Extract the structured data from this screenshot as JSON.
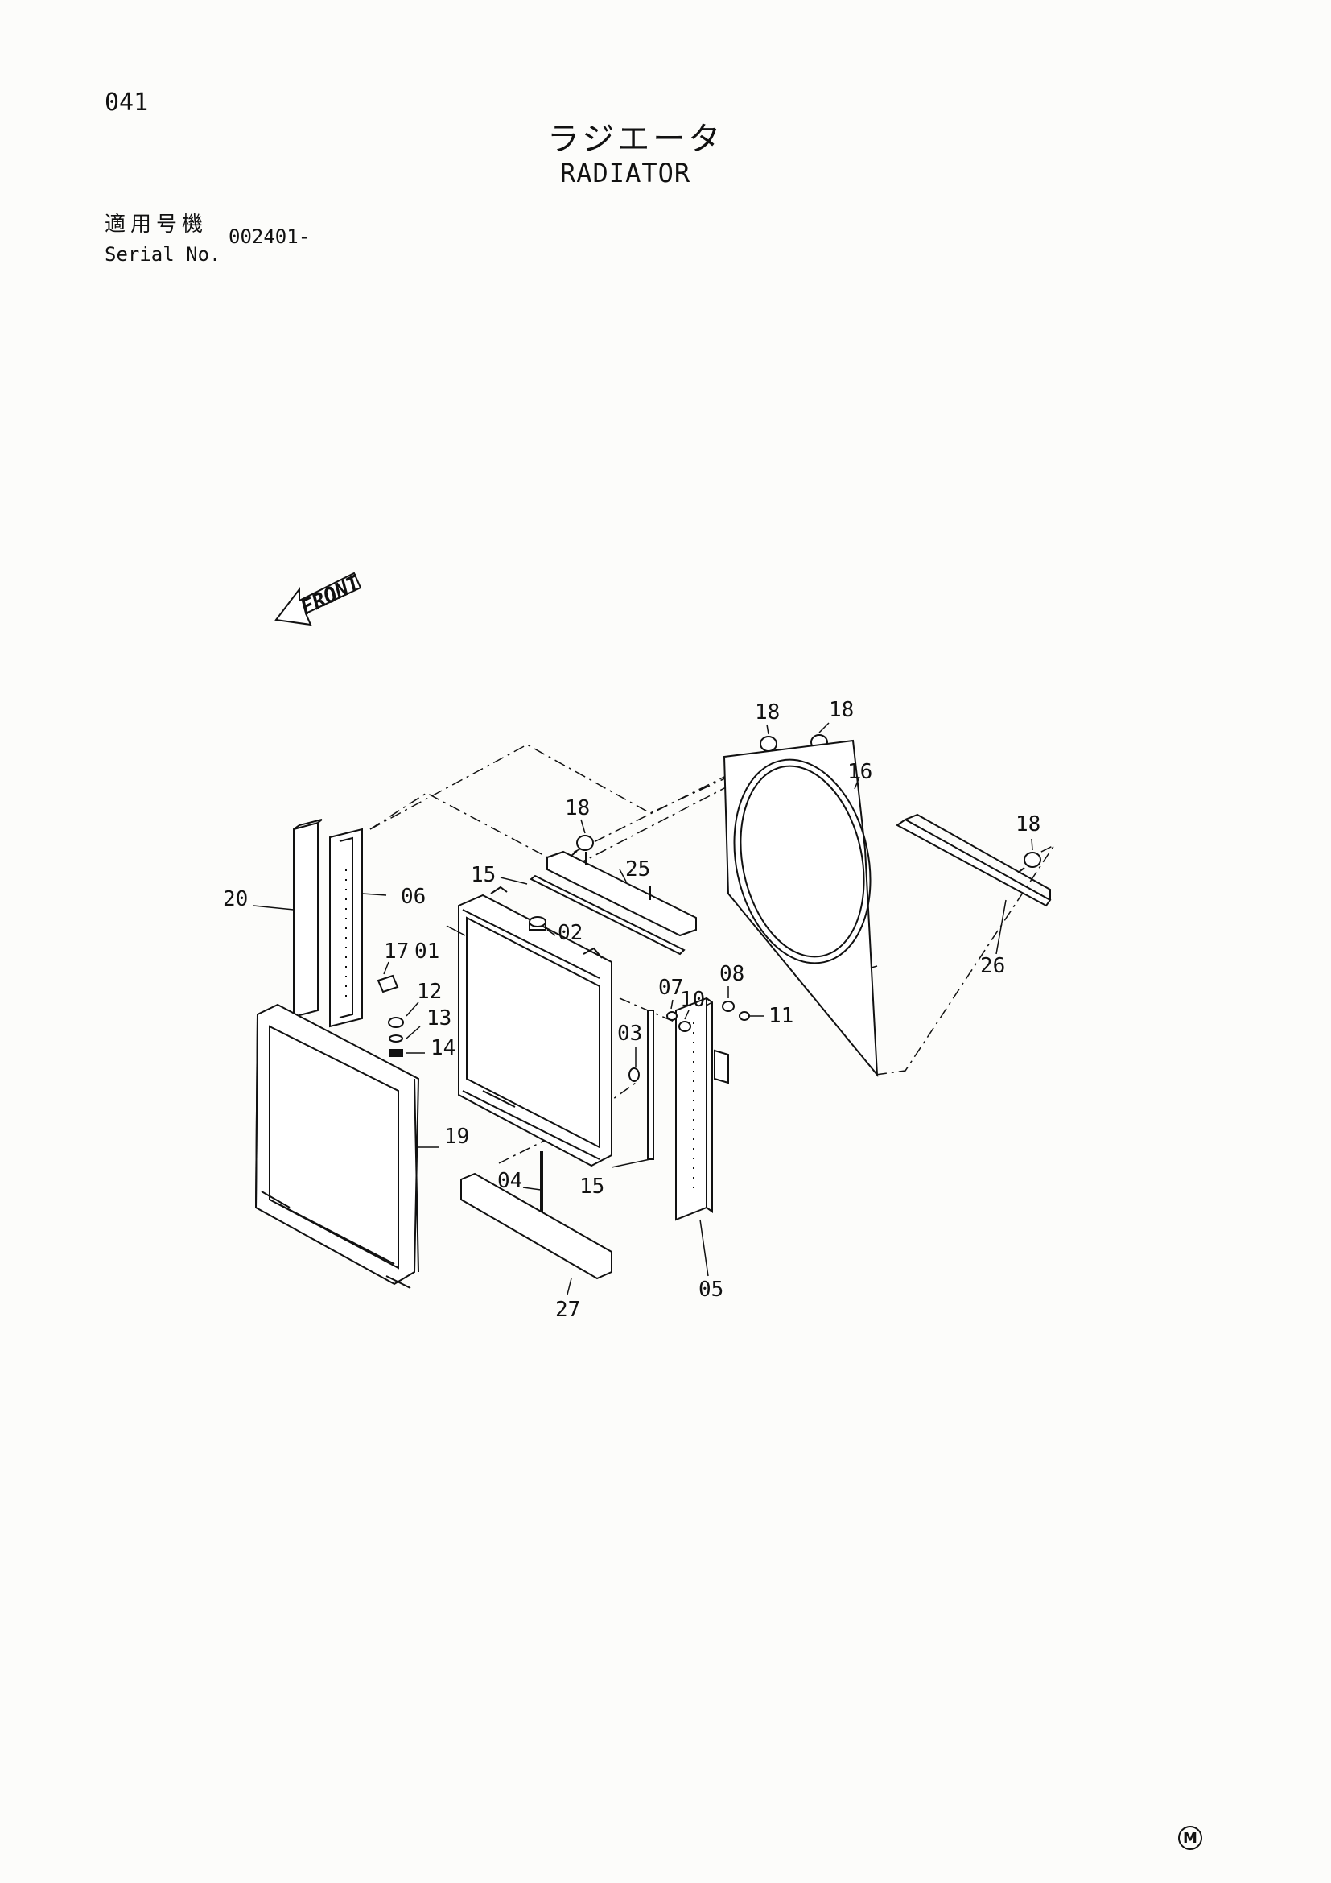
{
  "header": {
    "page_number": "041",
    "title_jp": "ラジエータ",
    "title_en": "RADIATOR",
    "serial_label_jp": "適用号機",
    "serial_label_en": "Serial No.",
    "serial_value": "002401-"
  },
  "diagram": {
    "front_label": "FRONT",
    "callouts": [
      "18",
      "18",
      "16",
      "18",
      "25",
      "18",
      "15",
      "02",
      "20",
      "06",
      "17",
      "01",
      "12",
      "13",
      "14",
      "07",
      "10",
      "08",
      "11",
      "26",
      "03",
      "19",
      "04",
      "15",
      "27",
      "05"
    ]
  },
  "footer": {
    "mark": "M"
  }
}
